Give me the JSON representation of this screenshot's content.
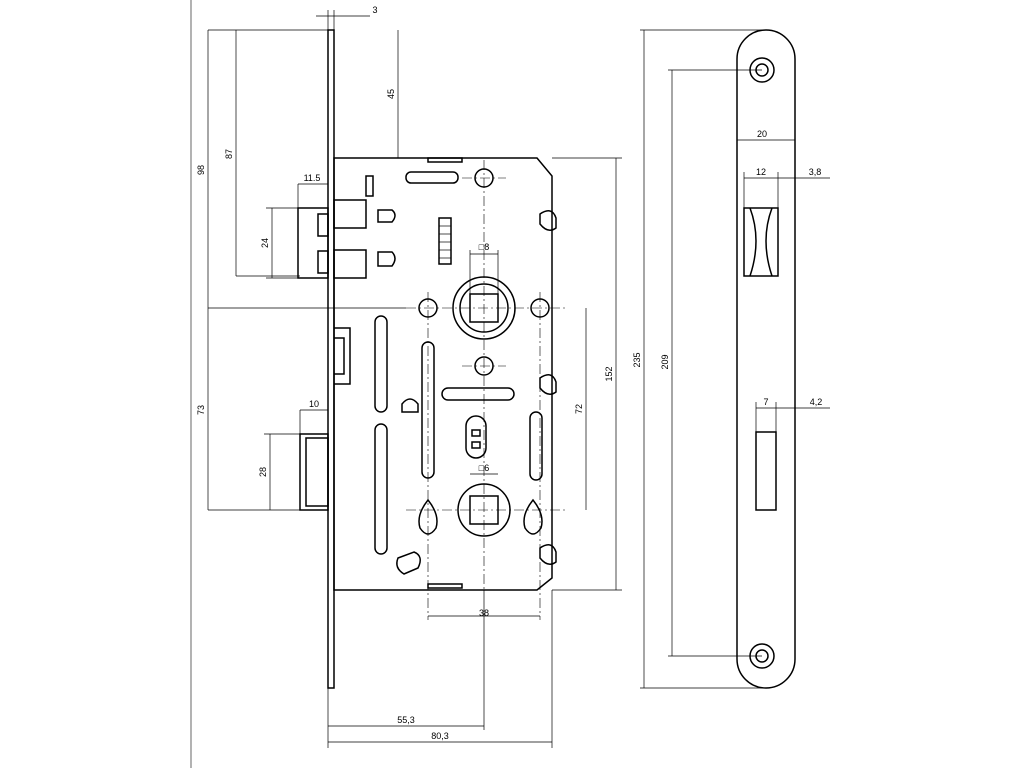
{
  "drawing": {
    "labels": {
      "faceplate_thickness": "3",
      "top_to_case": "45",
      "top_to_latch": "87",
      "top_to_follower": "98",
      "latch_projection": "11.5",
      "latch_height": "24",
      "follower_square": "□8",
      "case_height": "152",
      "faceplate_length": "235",
      "hole_spacing": "209",
      "follower_to_bolt": "73",
      "bolt_projection": "10",
      "bolt_height": "28",
      "follower_to_spindle": "72",
      "spindle_square": "□6",
      "fixing_spacing": "38",
      "backset": "55,3",
      "case_depth": "80,3",
      "faceplate_width": "20",
      "latch_slot_width": "12",
      "latch_slot_offset": "3,8",
      "bolt_slot_width": "7",
      "bolt_slot_offset": "4,2"
    }
  }
}
